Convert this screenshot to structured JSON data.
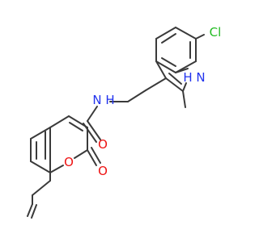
{
  "colors": {
    "bond": "#3a3a3a",
    "nitrogen": "#2233ee",
    "oxygen": "#ee1111",
    "chlorine": "#22bb22",
    "background": "#ffffff"
  },
  "atoms": {
    "chlorine": "Cl",
    "indole_nh": "H N",
    "amide_nh": "N H",
    "amide_o": "O",
    "ring_o": "O",
    "lactone_o": "O"
  }
}
